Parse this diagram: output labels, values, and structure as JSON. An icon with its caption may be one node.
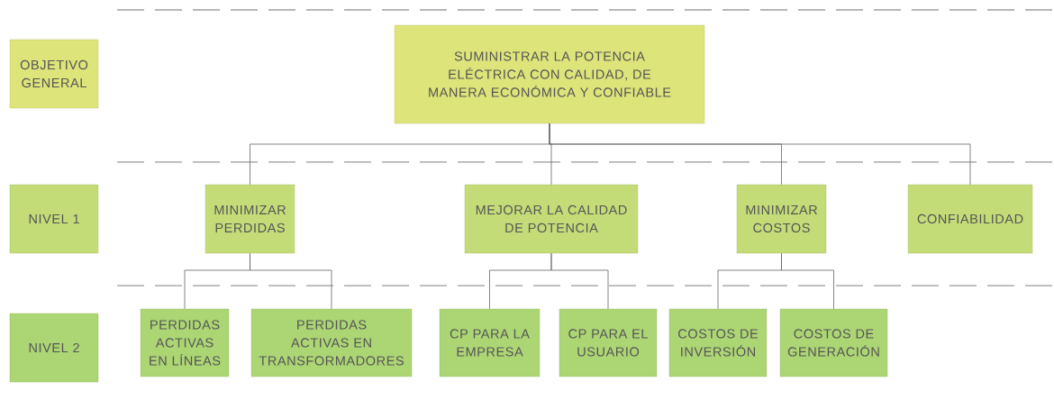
{
  "diagram": {
    "nodes": [
      {
        "text": [
          "OBJETIVO GENERAL"
        ]
      },
      {
        "text": [
          "SUMINISTRAR LA POTENCIA ELÉCTRICA CON CALIDAD, DE MANERA ECONÓMICA Y CONFIABLE"
        ]
      },
      {
        "text": [
          "NIVEL 1"
        ]
      },
      {
        "text": [
          "MINIMIZAR PERDIDAS"
        ]
      },
      {
        "text": [
          "MEJORAR LA CALIDAD DE POTENCIA"
        ]
      },
      {
        "text": [
          "MINIMIZAR COSTOS"
        ]
      },
      {
        "text": [
          "CONFIABILIDAD"
        ]
      },
      {
        "text": [
          "NIVEL 2"
        ]
      },
      {
        "text": [
          "PERDIDAS ACTIVAS EN LÍNEAS"
        ]
      },
      {
        "text": [
          "PERDIDAS ACTIVAS EN TRANSFORMADORES"
        ]
      },
      {
        "text": [
          "CP PARA LA EMPRESA"
        ]
      },
      {
        "text": [
          "CP PARA EL USUARIO"
        ]
      },
      {
        "text": [
          "COSTOS DE INVERSIÓN"
        ]
      },
      {
        "text": [
          "COSTOS DE GENERACIÓN"
        ]
      }
    ],
    "edges": [
      {
        "from": 1,
        "to": 3,
        "arrow": "none"
      },
      {
        "from": 1,
        "to": 4,
        "arrow": "none"
      },
      {
        "from": 1,
        "to": 5,
        "arrow": "none"
      },
      {
        "from": 1,
        "to": 6,
        "arrow": "none"
      },
      {
        "from": 3,
        "to": 8,
        "arrow": "none"
      },
      {
        "from": 3,
        "to": 9,
        "arrow": "none"
      },
      {
        "from": 4,
        "to": 10,
        "arrow": "none"
      },
      {
        "from": 4,
        "to": 11,
        "arrow": "none"
      },
      {
        "from": 5,
        "to": 12,
        "arrow": "none"
      },
      {
        "from": 5,
        "to": 13,
        "arrow": "none"
      }
    ]
  }
}
